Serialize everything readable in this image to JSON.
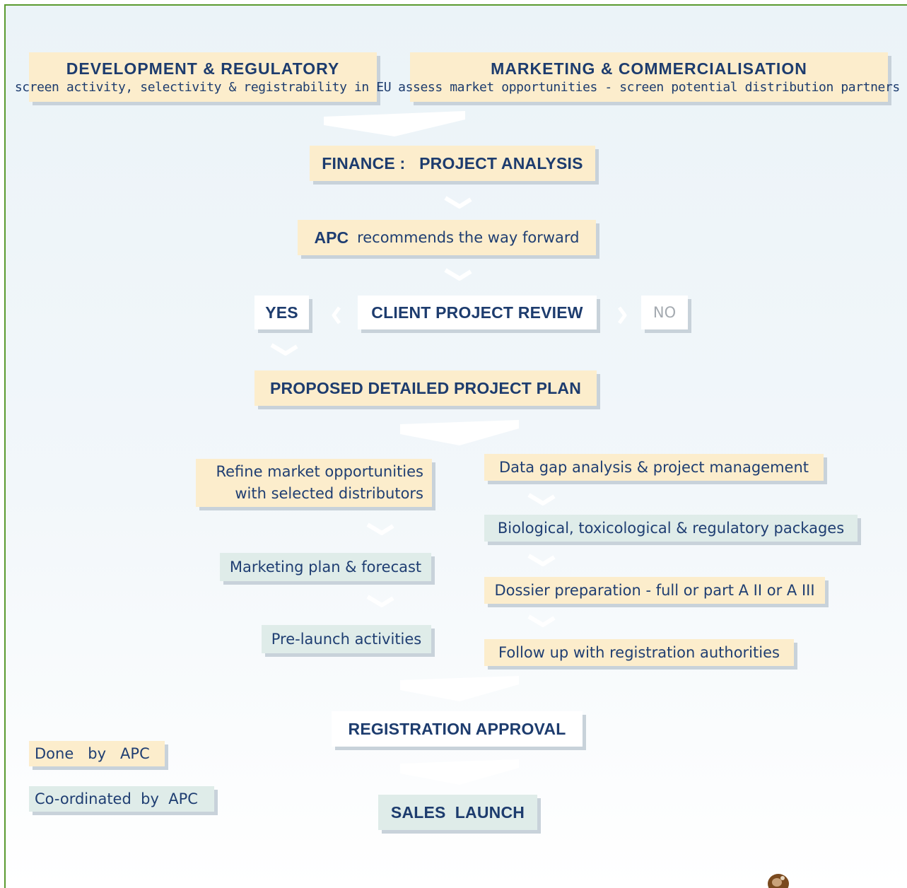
{
  "top": {
    "development": {
      "title": "DEVELOPMENT & REGULATORY",
      "subtitle": "screen activity, selectivity & registrability in EU"
    },
    "marketing": {
      "title": "MARKETING & COMMERCIALISATION",
      "subtitle": "assess market opportunities - screen potential distribution partners"
    }
  },
  "finance": "FINANCE :   PROJECT ANALYSIS",
  "apc": {
    "bold": "APC",
    "text": "recommends the way forward"
  },
  "review": {
    "yes": "YES",
    "title": "CLIENT PROJECT REVIEW",
    "no": "NO"
  },
  "plan": "PROPOSED DETAILED PROJECT PLAN",
  "left_branch": {
    "refine_line1": "Refine market opportunities",
    "refine_line2": "with selected distributors",
    "marketing_plan": "Marketing plan & forecast",
    "prelaunch": "Pre-launch activities"
  },
  "right_branch": {
    "data_gap": "Data gap analysis & project management",
    "packages": "Biological, toxicological & regulatory packages",
    "dossier": "Dossier preparation - full or part A II or A III",
    "follow_up": "Follow up with registration authorities"
  },
  "approval": "REGISTRATION APPROVAL",
  "sales": "SALES  LAUNCH",
  "legend": {
    "done": "Done   by   APC",
    "coordinated": "Co-ordinated  by  APC"
  },
  "colors": {
    "done_by_apc": "#fcedcc",
    "coordinated_by_apc": "#dfece9",
    "frame": "#5a9a2f",
    "text": "#1d3c6e"
  }
}
